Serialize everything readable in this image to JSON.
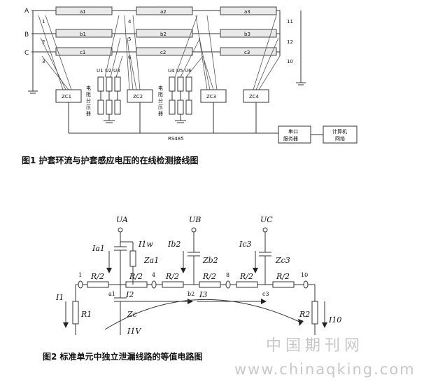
{
  "figure1": {
    "caption": "图1 护套环流与护套感应电压的在线检测接线图",
    "phases": [
      "A",
      "B",
      "C"
    ],
    "cables": {
      "a": [
        "a1",
        "a2",
        "a3"
      ],
      "b": [
        "b1",
        "b2",
        "b3"
      ],
      "c": [
        "c1",
        "c2",
        "c3"
      ]
    },
    "node_numbers_left": [
      "1",
      "2",
      "3"
    ],
    "node_numbers_mid": [
      "4",
      "5",
      "6"
    ],
    "node_numbers_right": [
      "11",
      "12",
      "10"
    ],
    "voltage_labels_1": [
      "U1",
      "U2",
      "U3"
    ],
    "voltage_labels_2": [
      "U4",
      "U5",
      "U6"
    ],
    "devices": [
      "ZC1",
      "ZC2",
      "ZC3",
      "ZC4"
    ],
    "divider_label": "电阻分压器",
    "bus_label": "RS485",
    "serial_server": [
      "串口",
      "服务器"
    ],
    "computer_net": [
      "计算机",
      "网络"
    ]
  },
  "figure2": {
    "caption": "图2 标准单元中独立泄漏线路的等值电路图",
    "sources": [
      "UA",
      "UB",
      "UC"
    ],
    "impedances": [
      "Za1",
      "Zb2",
      "Zc3",
      "Zc"
    ],
    "resistor_label": "R/2",
    "currents": [
      "Ia1",
      "Ib2",
      "Ic3",
      "I1w",
      "I1",
      "I2",
      "I3",
      "I1V",
      "I10"
    ],
    "nodes": [
      "1",
      "4",
      "8",
      "10",
      "a1",
      "b2",
      "c3"
    ],
    "ground_resistors": [
      "R1",
      "R2"
    ]
  },
  "watermark": {
    "cn": "中国期刊网",
    "url": "www.chinaqking.com"
  }
}
